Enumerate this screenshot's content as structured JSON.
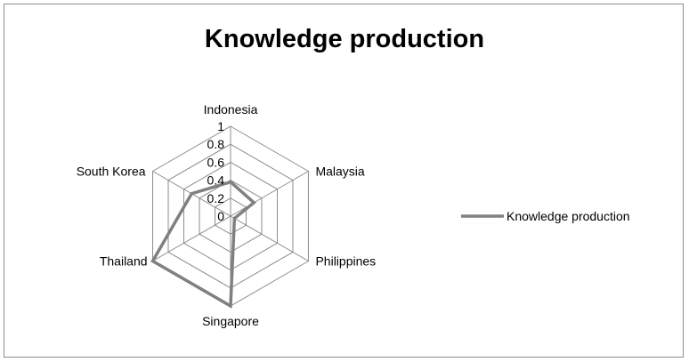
{
  "chart_data": {
    "type": "radar",
    "title": "Knowledge production",
    "categories": [
      "Indonesia",
      "Malaysia",
      "Philippines",
      "Singapore",
      "Thailand",
      "South Korea"
    ],
    "series": [
      {
        "name": "Knowledge production",
        "values": [
          0.38,
          0.3,
          0.05,
          1.0,
          1.0,
          0.5
        ],
        "color": "#808080"
      }
    ],
    "rlim": [
      0,
      1
    ],
    "ticks": [
      "0",
      "0.2",
      "0.4",
      "0.6",
      "0.8",
      "1"
    ],
    "tick_values": [
      0,
      0.2,
      0.4,
      0.6,
      0.8,
      1
    ],
    "grid": true,
    "legend": "right"
  }
}
